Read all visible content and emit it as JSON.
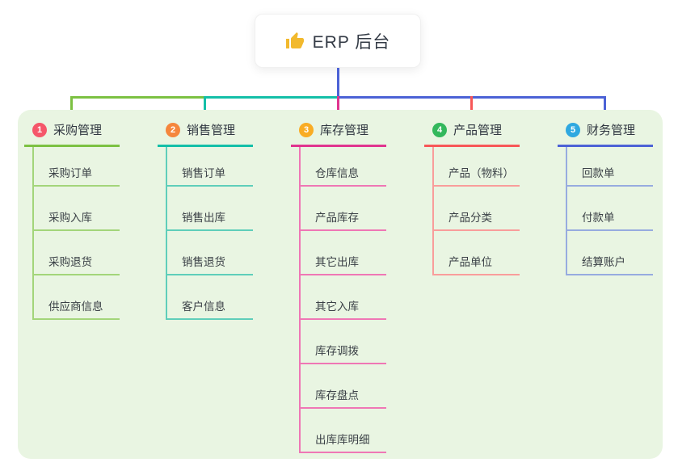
{
  "root": {
    "icon": "thumbs-up-icon",
    "label": "ERP 后台"
  },
  "colors": {
    "root_connector": "#4c62d6",
    "panel_bg": "#e9f5e2",
    "thumb_icon": "#f2b92d"
  },
  "branches": [
    {
      "badge": "1",
      "badge_color": "#f5576a",
      "label": "采购管理",
      "line_color": "#7cc142",
      "sub_line_color": "#a3d57a",
      "items": [
        "采购订单",
        "采购入库",
        "采购退货",
        "供应商信息"
      ]
    },
    {
      "badge": "2",
      "badge_color": "#f5863c",
      "label": "销售管理",
      "line_color": "#14bfa8",
      "sub_line_color": "#5fceba",
      "items": [
        "销售订单",
        "销售出库",
        "销售退货",
        "客户信息"
      ]
    },
    {
      "badge": "3",
      "badge_color": "#f9ac24",
      "label": "库存管理",
      "line_color": "#e0348f",
      "sub_line_color": "#ef77b5",
      "items": [
        "仓库信息",
        "产品库存",
        "其它出库",
        "其它入库",
        "库存调拨",
        "库存盘点",
        "出库库明细"
      ]
    },
    {
      "badge": "4",
      "badge_color": "#33b85c",
      "label": "产品管理",
      "line_color": "#f75757",
      "sub_line_color": "#f99d9b",
      "items": [
        "产品（物料）",
        "产品分类",
        "产品单位"
      ]
    },
    {
      "badge": "5",
      "badge_color": "#2fa8e0",
      "label": "财务管理",
      "line_color": "#4c62d6",
      "sub_line_color": "#97abdf",
      "items": [
        "回款单",
        "付款单",
        "结算账户"
      ]
    }
  ]
}
